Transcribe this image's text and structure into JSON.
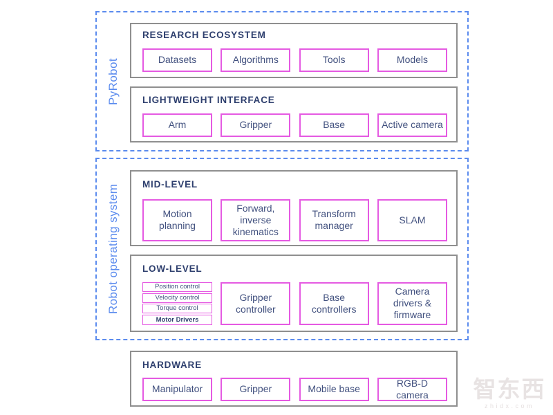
{
  "colors": {
    "group_dash_blue": "#5b8bee",
    "panel_border_gray": "#8f8f8f",
    "item_border_magenta": "#e55ae2",
    "title_navy": "#2e3f6e",
    "item_text": "#42517f",
    "background": "#ffffff"
  },
  "groups": [
    {
      "label": "PyRobot",
      "panels": [
        {
          "title": "RESEARCH ECOSYSTEM",
          "items": [
            "Datasets",
            "Algorithms",
            "Tools",
            "Models"
          ]
        },
        {
          "title": "LIGHTWEIGHT INTERFACE",
          "items": [
            "Arm",
            "Gripper",
            "Base",
            "Active camera"
          ]
        }
      ]
    },
    {
      "label": "Robot operating system",
      "panels": [
        {
          "title": "MID-LEVEL",
          "items": [
            "Motion planning",
            "Forward, inverse kinematics",
            "Transform manager",
            "SLAM"
          ]
        },
        {
          "title": "LOW-LEVEL",
          "stack": [
            "Position control",
            "Velocity control",
            "Torque control",
            "Motor Drivers"
          ],
          "items": [
            "Gripper controller",
            "Base controllers",
            "Camera drivers & firmware"
          ]
        }
      ]
    }
  ],
  "hardware": {
    "title": "HARDWARE",
    "items": [
      "Manipulator",
      "Gripper",
      "Mobile base",
      "RGB-D camera"
    ]
  },
  "watermark": {
    "logo": "智东西",
    "domain": "zhidx.com"
  }
}
